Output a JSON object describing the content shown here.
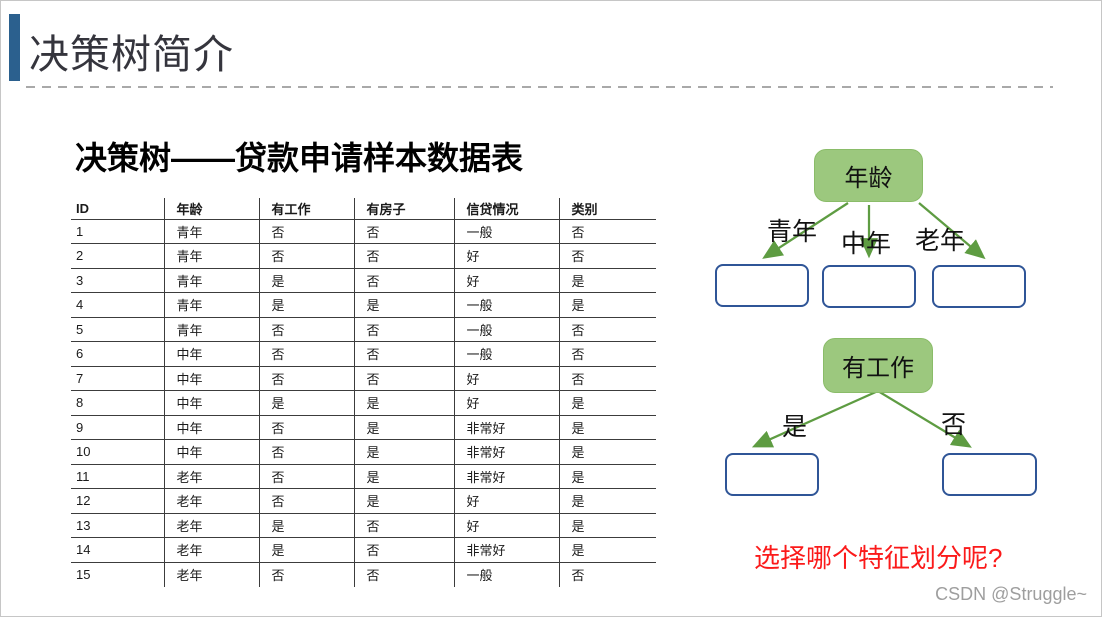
{
  "slide": {
    "title": "决策树简介",
    "subtitle": "决策树——贷款申请样本数据表",
    "question": "选择哪个特征划分呢?",
    "watermark": "CSDN @Struggle~"
  },
  "table": {
    "headers": [
      "ID",
      "年龄",
      "有工作",
      "有房子",
      "信贷情况",
      "类别"
    ],
    "rows": [
      [
        "1",
        "青年",
        "否",
        "否",
        "一般",
        "否"
      ],
      [
        "2",
        "青年",
        "否",
        "否",
        "好",
        "否"
      ],
      [
        "3",
        "青年",
        "是",
        "否",
        "好",
        "是"
      ],
      [
        "4",
        "青年",
        "是",
        "是",
        "一般",
        "是"
      ],
      [
        "5",
        "青年",
        "否",
        "否",
        "一般",
        "否"
      ],
      [
        "6",
        "中年",
        "否",
        "否",
        "一般",
        "否"
      ],
      [
        "7",
        "中年",
        "否",
        "否",
        "好",
        "否"
      ],
      [
        "8",
        "中年",
        "是",
        "是",
        "好",
        "是"
      ],
      [
        "9",
        "中年",
        "否",
        "是",
        "非常好",
        "是"
      ],
      [
        "10",
        "中年",
        "否",
        "是",
        "非常好",
        "是"
      ],
      [
        "11",
        "老年",
        "否",
        "是",
        "非常好",
        "是"
      ],
      [
        "12",
        "老年",
        "否",
        "是",
        "好",
        "是"
      ],
      [
        "13",
        "老年",
        "是",
        "否",
        "好",
        "是"
      ],
      [
        "14",
        "老年",
        "是",
        "否",
        "非常好",
        "是"
      ],
      [
        "15",
        "老年",
        "否",
        "否",
        "一般",
        "否"
      ]
    ]
  },
  "diagram_age": {
    "root": "年龄",
    "branches": [
      "青年",
      "中年",
      "老年"
    ]
  },
  "diagram_job": {
    "root": "有工作",
    "branches": [
      "是",
      "否"
    ]
  },
  "colors": {
    "accent_bar_blue": "#2b608e",
    "node_fill_green": "#9cc87e",
    "arrow_green": "#5e9c42",
    "leaf_border_blue": "#2f5597",
    "question_red": "#fb1a1a",
    "watermark_gray": "#9e9e9e"
  }
}
